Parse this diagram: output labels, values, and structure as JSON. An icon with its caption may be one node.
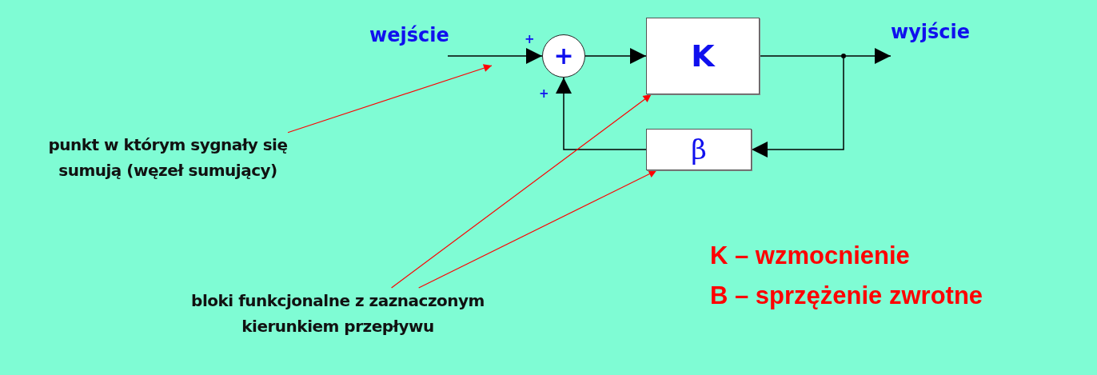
{
  "diagram": {
    "nodes": [
      {
        "text": [
          "+"
        ],
        "beside": [
          "+",
          "+"
        ]
      },
      {
        "text": [
          "K"
        ]
      },
      {
        "text": [],
        "shape": "circle"
      },
      {
        "text": [
          "wyjście"
        ]
      },
      {
        "text": [
          "β"
        ]
      },
      {
        "text": [
          "punkt w którym sygnały się sumują (węzeł sumujący)"
        ]
      },
      {
        "text": [
          "bloki funkcjonalne z zaznaczonym kierunkiem przepływu"
        ]
      }
    ],
    "edges": [
      {
        "from": null,
        "to": 0,
        "arrow": "to"
      },
      {
        "from": 0,
        "to": 1,
        "arrow": "to"
      },
      {
        "from": 1,
        "to": 2,
        "arrow": "none"
      },
      {
        "from": 2,
        "to": 3,
        "arrow": "to"
      },
      {
        "from": 2,
        "to": 4,
        "arrow": "to"
      },
      {
        "from": 4,
        "to": 0,
        "arrow": "to"
      },
      {
        "from": 5,
        "to": null,
        "arrow": "to",
        "color": "#ff0000"
      },
      {
        "from": 6,
        "to": 1,
        "arrow": "to",
        "color": "#ff0000"
      },
      {
        "from": 6,
        "to": 4,
        "arrow": "to",
        "color": "#ff0000"
      }
    ],
    "labels": [
      "wejście",
      "K – wzmocnienie",
      "B – sprzężenie zwrotne"
    ]
  }
}
